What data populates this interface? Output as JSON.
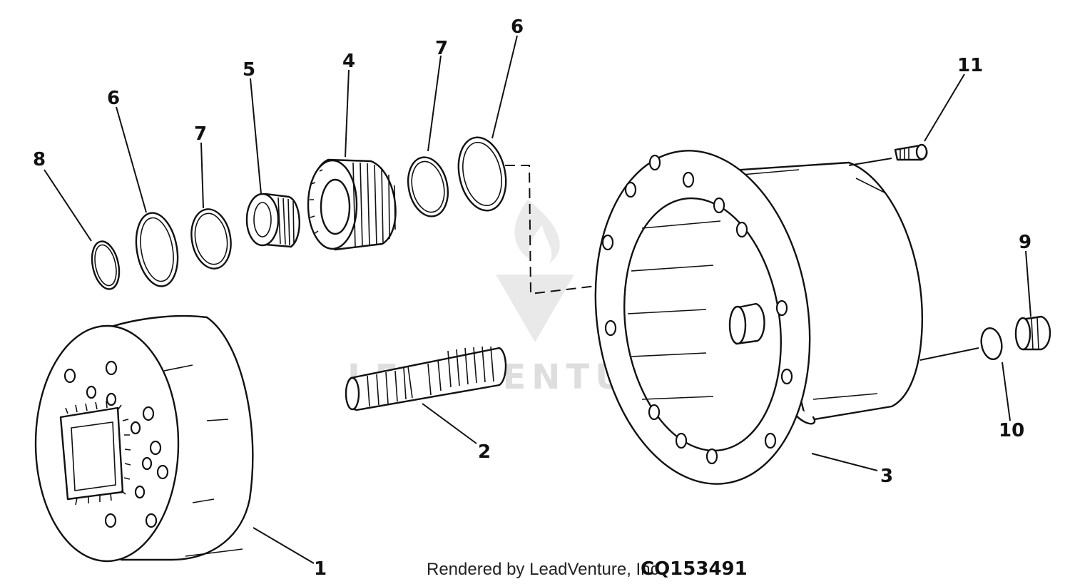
{
  "diagram": {
    "callouts": [
      {
        "id": "c8",
        "label": "8"
      },
      {
        "id": "c6a",
        "label": "6"
      },
      {
        "id": "c7a",
        "label": "7"
      },
      {
        "id": "c5",
        "label": "5"
      },
      {
        "id": "c4",
        "label": "4"
      },
      {
        "id": "c7b",
        "label": "7"
      },
      {
        "id": "c6b",
        "label": "6"
      },
      {
        "id": "c11",
        "label": "11"
      },
      {
        "id": "c9",
        "label": "9"
      },
      {
        "id": "c10",
        "label": "10"
      },
      {
        "id": "c3",
        "label": "3"
      },
      {
        "id": "c2",
        "label": "2"
      },
      {
        "id": "c1",
        "label": "1"
      }
    ],
    "watermark": "LEADVENTURE"
  },
  "footer": {
    "rendered_by": "Rendered by LeadVenture, Inc.",
    "code": "CQ153491"
  }
}
